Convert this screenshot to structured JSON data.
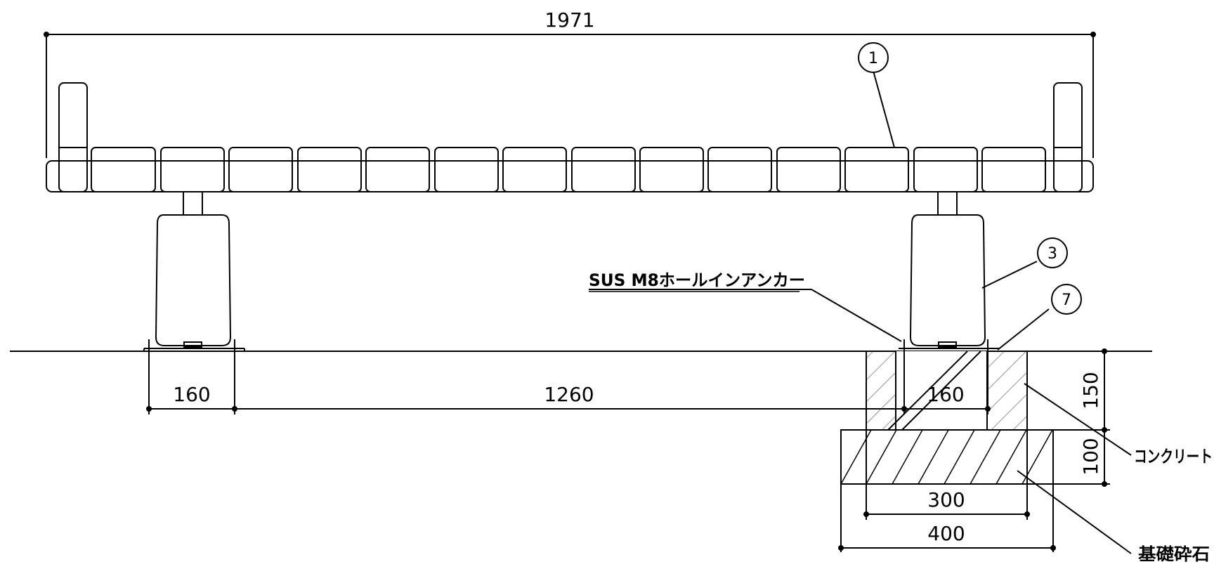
{
  "dimensions": {
    "overall_width": "1971",
    "footing_width_left": "160",
    "leg_spacing": "1260",
    "footing_width_right": "160",
    "concrete_depth": "150",
    "gravel_depth": "100",
    "concrete_width": "300",
    "gravel_width": "400"
  },
  "balloons": {
    "seat": "1",
    "leg": "3",
    "base_plate": "7"
  },
  "labels": {
    "anchor": "SUS  M8ホールインアンカー",
    "concrete": "コンクリート",
    "gravel": "基礎砕石"
  }
}
